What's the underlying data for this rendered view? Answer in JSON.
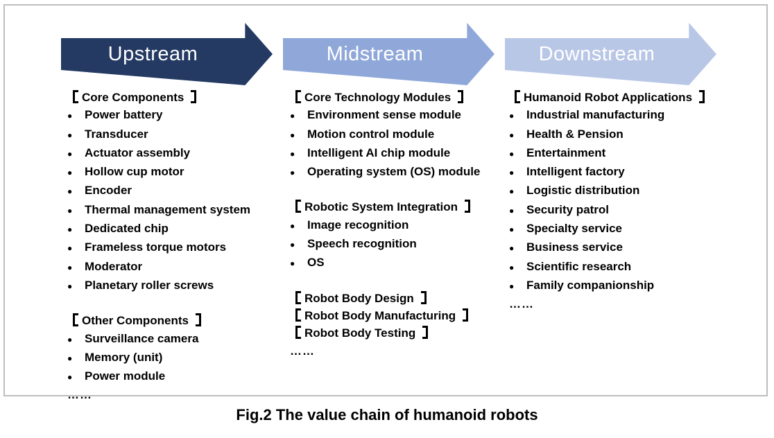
{
  "icons": {
    "bullet": "●",
    "bracket_left": "【",
    "bracket_right": "】"
  },
  "colors": {
    "frame_border": "#bdbdbd",
    "arrow_label_text": "#ffffff",
    "body_text": "#000000"
  },
  "caption": "Fig.2 The value chain of humanoid robots",
  "stages": [
    {
      "label": "Upstream",
      "arrow_color": "#243A63",
      "ellipsis": "……",
      "sections": [
        {
          "title": "Core Components",
          "items": [
            "Power battery",
            "Transducer",
            "Actuator assembly",
            "Hollow cup motor",
            "Encoder",
            "Thermal management system",
            "Dedicated chip",
            "Frameless torque motors",
            "Moderator",
            "Planetary roller screws"
          ]
        },
        {
          "title": "Other Components",
          "items": [
            "Surveillance camera",
            "Memory (unit)",
            "Power module"
          ]
        }
      ]
    },
    {
      "label": "Midstream",
      "arrow_color": "#8FA8D9",
      "ellipsis": "……",
      "sections": [
        {
          "title": "Core Technology Modules",
          "items": [
            "Environment sense module",
            "Motion control module",
            "Intelligent AI chip module",
            "Operating system (OS) module"
          ]
        },
        {
          "title": "Robotic System Integration",
          "items": [
            "Image recognition",
            "Speech recognition",
            "OS"
          ]
        },
        {
          "title": "Robot Body Design",
          "items": []
        },
        {
          "title": "Robot Body Manufacturing",
          "items": []
        },
        {
          "title": "Robot Body Testing",
          "items": []
        }
      ]
    },
    {
      "label": "Downstream",
      "arrow_color": "#B9C7E6",
      "ellipsis": "……",
      "sections": [
        {
          "title": "Humanoid Robot Applications",
          "items": [
            "Industrial manufacturing",
            "Health & Pension",
            "Entertainment",
            "Intelligent factory",
            "Logistic distribution",
            "Security patrol",
            "Specialty service",
            "Business service",
            "Scientific research",
            "Family companionship"
          ]
        }
      ]
    }
  ]
}
